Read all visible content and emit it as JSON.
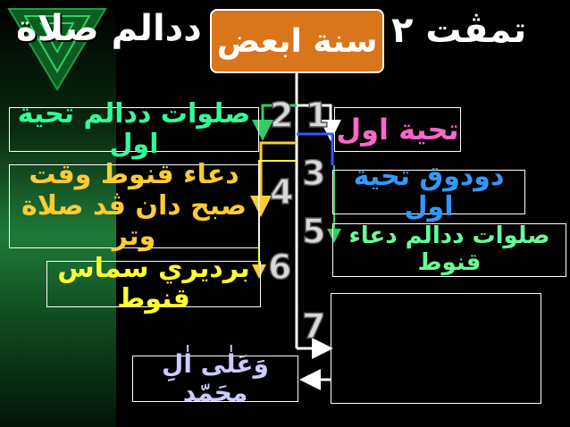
{
  "slide": {
    "title_left": "ددالم صلاة",
    "title_center": "سنة ابعض",
    "title_right": "تمڤت ٢"
  },
  "boxes": {
    "tahiyyah_awwal": "تحية اول",
    "selawat_tahiyyah_awwal": "صلوات ددالم تحية اول",
    "dudukan_tahiyyah_awwal": "دودوق تحية اول",
    "doa_qunut": "دعاء قنوط وقت صبح دان ڤد صلاة وتر",
    "selawat_doa_qunut": "صلوات ددالم دعاء قنوط",
    "berdiri_qunut": "برديري سماس قنوط",
    "ali_muhammad": "وَعَلٰى اٰلِ محَمّد",
    "empty_box": ""
  },
  "numbers": [
    "1",
    "2",
    "3",
    "4",
    "5",
    "6",
    "7"
  ],
  "colors": {
    "background": "#000000",
    "center_box": "#d9761b",
    "tahiyyah_awwal": "#ff66cc",
    "selawat_tahiyyah_awwal": "#33ff99",
    "dudukan_tahiyyah_awwal": "#3399ff",
    "doa_qunut": "#ffcc33",
    "selawat_doa_qunut": "#66ff99",
    "berdiri_qunut": "#ffff33",
    "ali_muhammad": "#ccccff"
  },
  "icons": [
    "green-triangle-logo-icon"
  ]
}
